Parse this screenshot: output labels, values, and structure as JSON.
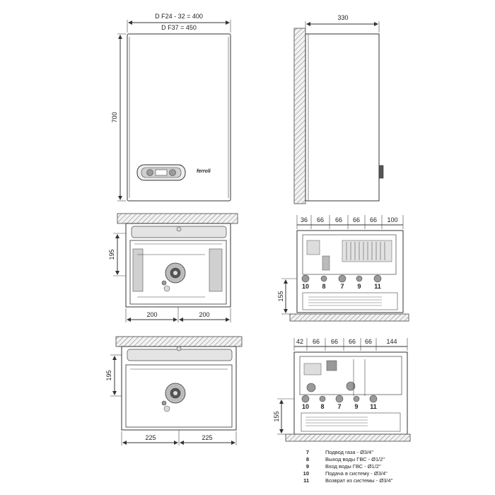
{
  "front_view": {
    "width_label_1": "D F24 - 32 = 400",
    "width_label_2": "D F37 = 450",
    "height_label": "700",
    "brand": "ferroli"
  },
  "side_view": {
    "depth_label": "330"
  },
  "bottom_view_1": {
    "height_label": "195",
    "left_label": "200",
    "right_label": "200"
  },
  "bottom_view_2": {
    "height_label": "195",
    "left_label": "225",
    "right_label": "225"
  },
  "connections_1": {
    "spacings": [
      "36",
      "66",
      "66",
      "66",
      "66",
      "100"
    ],
    "height_label": "155",
    "pipe_numbers": [
      "10",
      "8",
      "7",
      "9",
      "11"
    ]
  },
  "connections_2": {
    "spacings": [
      "42",
      "66",
      "66",
      "66",
      "66",
      "144"
    ],
    "height_label": "155",
    "pipe_numbers": [
      "10",
      "8",
      "7",
      "9",
      "11"
    ]
  },
  "legend": [
    {
      "num": "7",
      "text": "Подвод газа - Ø3/4\""
    },
    {
      "num": "8",
      "text": "Выход воды ГВС - Ø1/2\""
    },
    {
      "num": "9",
      "text": "Вход воды ГВС - Ø1/2\""
    },
    {
      "num": "10",
      "text": "Подача в систему - Ø3/4\""
    },
    {
      "num": "11",
      "text": "Возврат из системы - Ø3/4\""
    }
  ]
}
